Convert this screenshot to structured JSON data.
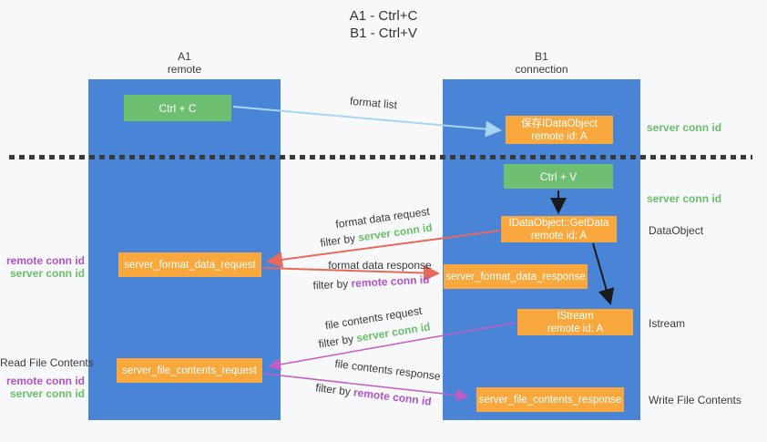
{
  "title": {
    "line1": "A1 - Ctrl+C",
    "line2": "B1 - Ctrl+V"
  },
  "lifelines": {
    "a1": {
      "name": "A1",
      "role": "remote"
    },
    "b1": {
      "name": "B1",
      "role": "connection"
    }
  },
  "boxes": {
    "ctrl_c": "Ctrl + C",
    "ctrl_v": "Ctrl + V",
    "save_idataobject": {
      "line1": "保存IDataObject",
      "line2": "remote id: A"
    },
    "getdata": {
      "line1": "IDataObject::GetData",
      "line2": "remote id: A"
    },
    "istream": {
      "line1": "IStream",
      "line2": "remote id: A"
    },
    "format_request": "server_format_data_request",
    "format_response": "server_format_data_response",
    "file_request": "server_file_contents_request",
    "file_response": "server_file_contents_response"
  },
  "arrow_labels": {
    "format_list": "format list",
    "format_data_request": "format data request",
    "format_data_response": "format data response",
    "file_contents_request": "file contents request",
    "file_contents_response": "file contents response",
    "filter_by": "filter by",
    "server_conn_id": "server conn id",
    "remote_conn_id": "remote conn id"
  },
  "side_labels": {
    "right_server_conn_1": "server conn id",
    "right_server_conn_2": "server conn id",
    "dataobject": "DataObject",
    "istream": "Istream",
    "write_file_contents": "Write File Contents",
    "read_file_contents": "Read File Contents",
    "left_remote_conn_1": "remote conn id",
    "left_server_conn_1": "server conn id",
    "left_remote_conn_2": "remote conn id",
    "left_server_conn_2": "server conn id"
  },
  "colors": {
    "background": "#f7f8f9",
    "column_blue": "#4a84d7",
    "box_green": "#6fbf73",
    "box_orange": "#f9a83e",
    "text_dark": "#3a3a3a",
    "green_label": "#6abf69",
    "purple_label": "#b052c8",
    "arrow_lightblue": "#a9d5f5",
    "arrow_red": "#e8685c",
    "arrow_magenta": "#c45cc4",
    "arrow_black": "#1a1a1a"
  }
}
